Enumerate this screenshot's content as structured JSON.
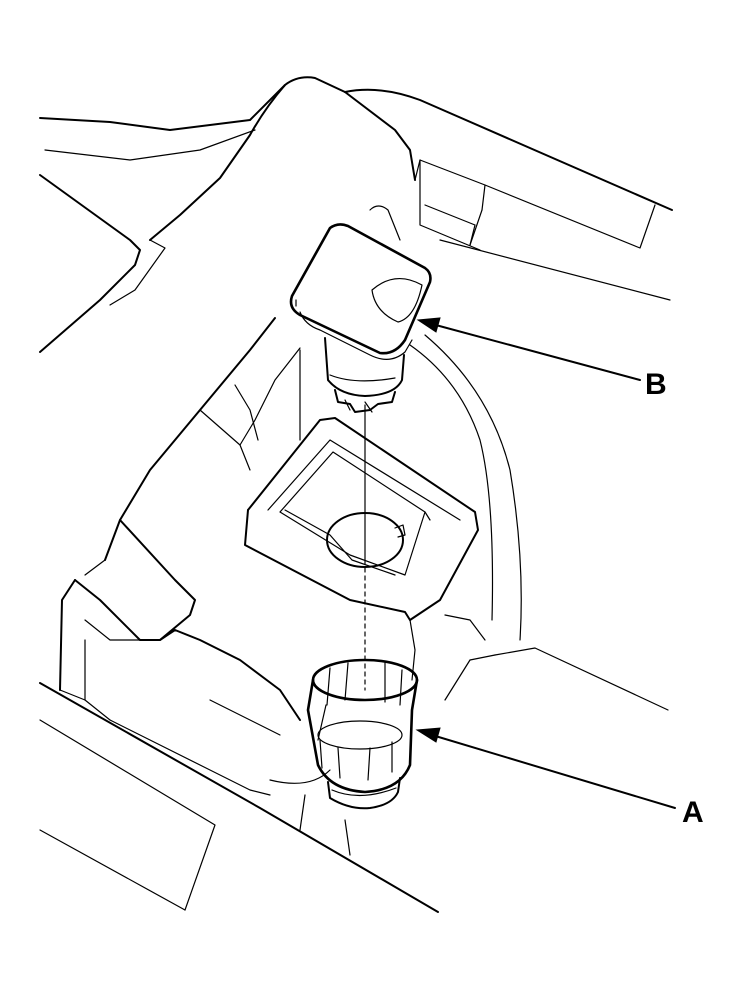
{
  "callouts": {
    "b": "B",
    "a": "A"
  },
  "parts": [
    {
      "label": "B",
      "icon": "cap-icon"
    },
    {
      "label": "A",
      "icon": "sleeve-nut-icon"
    }
  ]
}
